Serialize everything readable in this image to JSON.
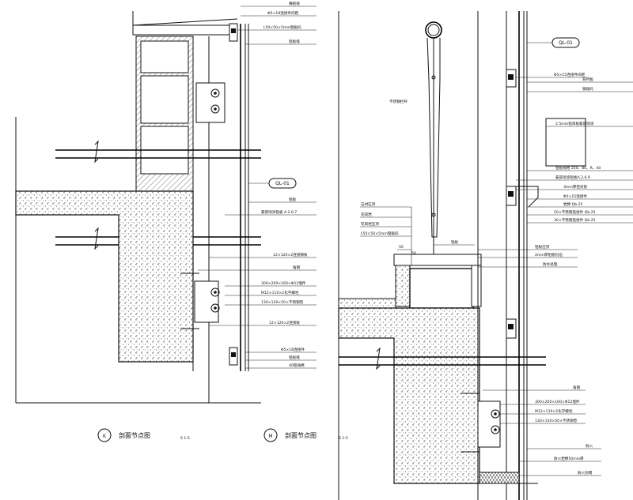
{
  "details": [
    {
      "id": "detail-K",
      "circle_letter": "K",
      "title": "剖面节点图",
      "scale": "S 1:5",
      "panel_ref": "QL-01",
      "labels": {
        "top_a": "横剖线",
        "top_b": "Φ5×18连接件间距",
        "top_c": "L50×50×5mm钢角码",
        "top_d": "铝板缝",
        "mid_a": "铝板",
        "mid_b": "氟碳喷涂铝板 A.2.6.7",
        "anc_a": "12×120×2连接钢板",
        "anc_b": "角钢",
        "anc_c": "300×200×160×Φ12埋件",
        "anc_d": "M12×110×2化学螺栓",
        "anc_e": "130×130×50×不锈钢垫",
        "anc_f": "12×120×2连接板",
        "bot_a": "Φ5×18连接件",
        "bot_b": "铝板缝",
        "bot_c": "40玻璃棉"
      }
    },
    {
      "id": "detail-M",
      "circle_letter": "M",
      "title": "剖面节点图",
      "scale": "S 1:5",
      "panel_ref": "QL-01",
      "labels": {
        "rail_label": "不锈钢栏杆",
        "left_a": "石材压顶",
        "left_b": "花岗岩",
        "left_c": "花岗岩压顶",
        "left_d": "L50×50×5mm钢角码",
        "dim_a": "50",
        "dim_b": "50",
        "plate_label": "铝板",
        "r_a": "Φ5×15连接件间距",
        "r_b": "背衬板",
        "r_c": "钢角码",
        "r_d": "2.5mm铝单板氟碳喷涂",
        "r_e": "铝板规格 250、80、R、40",
        "r_f": "氟碳喷涂铝板A.2.6.9",
        "r_g": "3mm厚密封胶",
        "r_h": "Φ5×15连接件",
        "r_i": "岩棉 Qb.25",
        "r_j": "50×不锈钢连接件 Qb.25",
        "r_k": "30×不锈钢连接件 Qb.25",
        "r_l": "铝板压顶",
        "r_m": "2mm厚铝板封边",
        "r_n": "防水处理",
        "r_o": "角钢",
        "r_p": "300×200×160×Φ12埋件",
        "r_q": "M12×110×2化学螺栓",
        "r_r": "130×130×50×不锈钢垫",
        "r_s": "防火",
        "r_t": "防火岩棉50mm厚",
        "r_u": "防火封堵"
      }
    }
  ]
}
